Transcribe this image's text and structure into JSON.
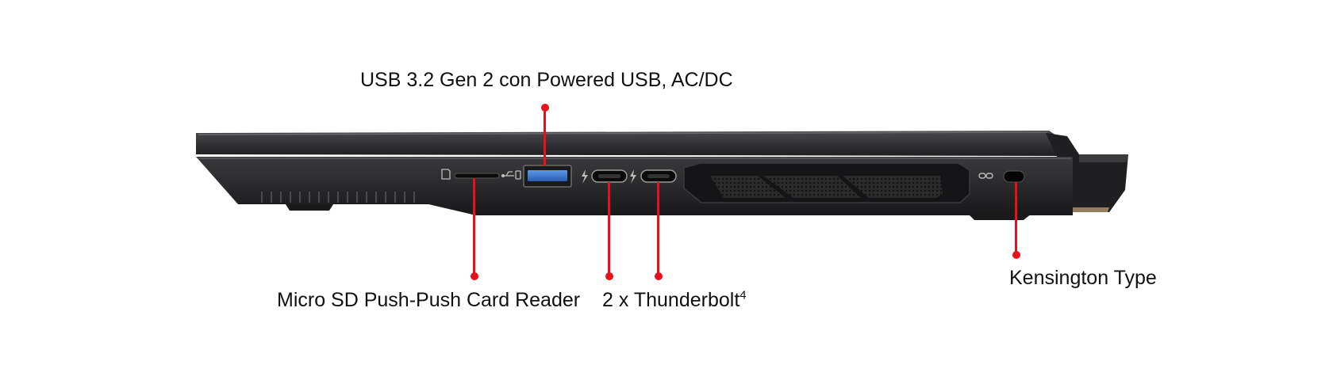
{
  "labels": {
    "usb": "USB 3.2 Gen 2 con Powered USB, AC/DC",
    "microsd": "Micro SD Push-Push Card Reader",
    "thunderbolt": "2 x Thunderbolt",
    "thunderbolt_sup": "4",
    "kensington": "Kensington Type"
  },
  "colors": {
    "callout": "#e8101a",
    "chassis": "#2b2b2d",
    "usb_port": "#3a7bd5",
    "text": "#111111"
  },
  "icons": [
    "microsd-icon",
    "usb-icon",
    "thunderbolt-icon",
    "thunderbolt-icon",
    "kensington-icon"
  ]
}
